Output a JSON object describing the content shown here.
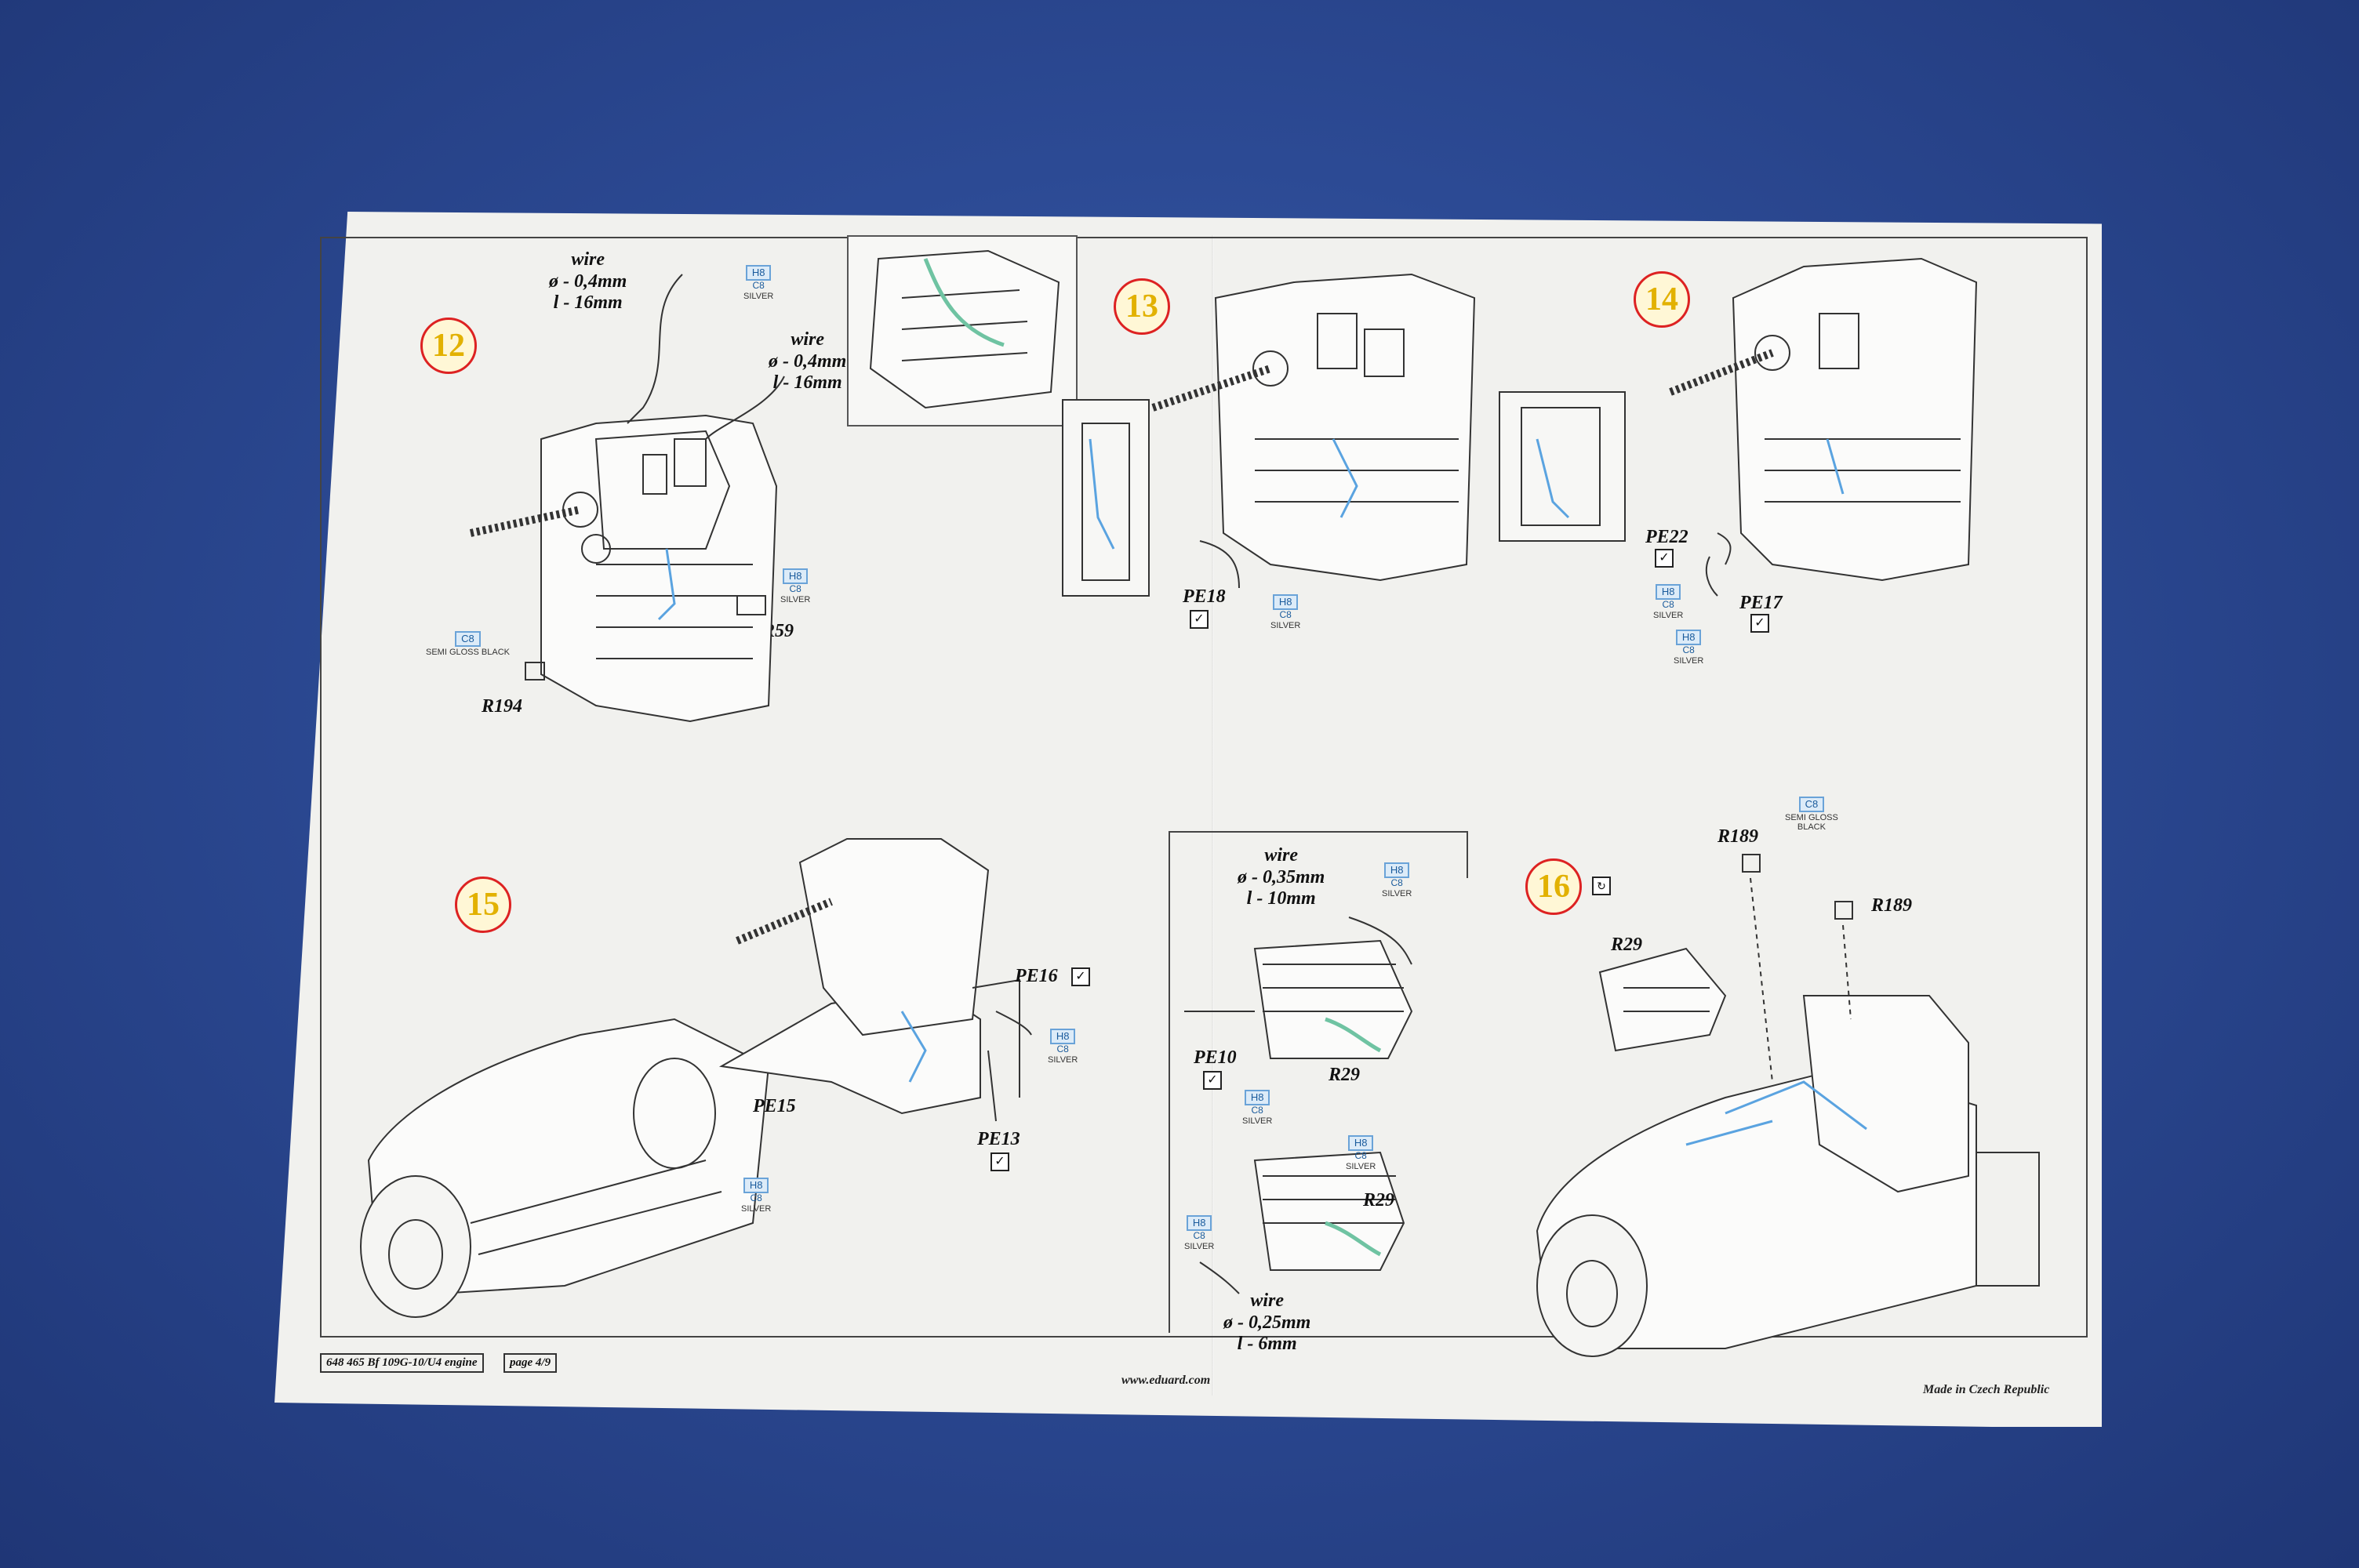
{
  "steps": {
    "s12": {
      "number": "12",
      "wire_a": "wire\nø - 0,4mm\nl - 16mm",
      "wire_b": "wire\nø - 0,4mm\nl - 16mm",
      "parts": [
        "R59",
        "R194"
      ],
      "paint_silver": {
        "code1": "H8",
        "code2": "C8",
        "name": "SILVER"
      },
      "paint_black": {
        "code1": "C8",
        "name": "SEMI GLOSS BLACK"
      }
    },
    "s13": {
      "number": "13",
      "parts": [
        "PE18"
      ],
      "paint_silver": {
        "code1": "H8",
        "code2": "C8",
        "name": "SILVER"
      }
    },
    "s14": {
      "number": "14",
      "parts": [
        "PE22",
        "PE17"
      ],
      "paint_silver": {
        "code1": "H8",
        "code2": "C8",
        "name": "SILVER"
      }
    },
    "s15": {
      "number": "15",
      "parts": [
        "PE16",
        "PE15",
        "PE13"
      ],
      "paint_silver": {
        "code1": "H8",
        "code2": "C8",
        "name": "SILVER"
      }
    },
    "detail": {
      "wire_a": "wire\nø - 0,35mm\nl - 10mm",
      "wire_b": "wire\nø - 0,25mm\nl - 6mm",
      "parts": [
        "PE10",
        "R29",
        "R29"
      ],
      "paint_silver": {
        "code1": "H8",
        "code2": "C8",
        "name": "SILVER"
      }
    },
    "s16": {
      "number": "16",
      "parts": [
        "R189",
        "R189",
        "R29"
      ],
      "paint_black": {
        "code1": "C8",
        "name": "SEMI GLOSS\nBLACK"
      }
    }
  },
  "footer": {
    "kit": "648 465 Bf 109G-10/U4 engine",
    "page": "page 4/9",
    "url": "www.eduard.com",
    "made": "Made in Czech Republic"
  },
  "colors": {
    "step_ring": "#dd2222",
    "step_number": "#e2b100",
    "paint_blue": "#2a6db0",
    "background": "#2c4a94"
  },
  "icons": {
    "check": "check-icon",
    "rotate": "rotate-icon"
  }
}
